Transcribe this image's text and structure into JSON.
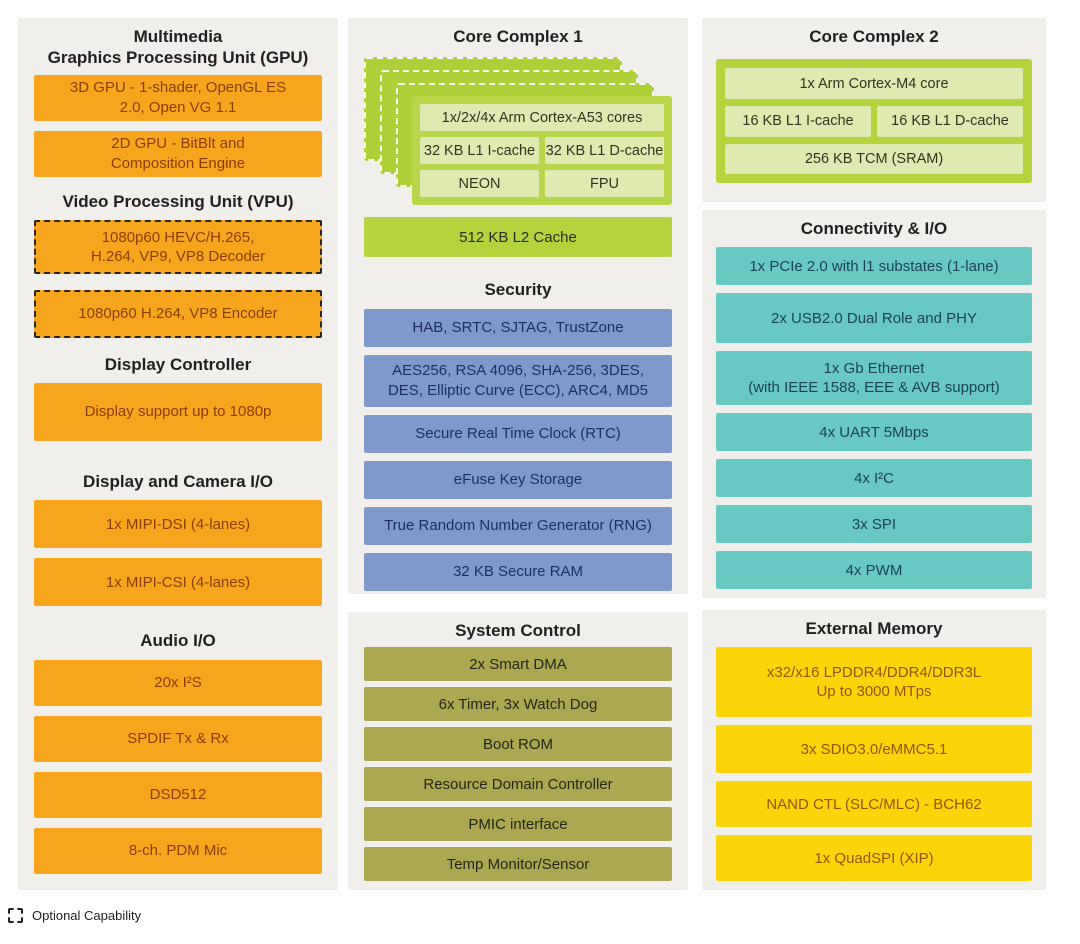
{
  "multimedia": {
    "title": "Multimedia",
    "subtitle": "Graphics Processing Unit (GPU)",
    "boxes": [
      {
        "lines": [
          "3D GPU - 1-shader, OpenGL ES",
          "2.0, Open VG 1.1"
        ]
      },
      {
        "lines": [
          "2D GPU - BitBlt and",
          "Composition Engine"
        ]
      }
    ]
  },
  "vpu": {
    "title": "Video Processing Unit (VPU)",
    "boxes": [
      {
        "lines": [
          "1080p60 HEVC/H.265,",
          "H.264, VP9, VP8 Decoder"
        ],
        "optional": true
      },
      {
        "lines": [
          "1080p60 H.264, VP8 Encoder"
        ],
        "optional": true
      }
    ]
  },
  "display_controller": {
    "title": "Display Controller",
    "boxes": [
      {
        "lines": [
          "Display support up to 1080p"
        ]
      }
    ]
  },
  "display_camera_io": {
    "title": "Display and Camera I/O",
    "boxes": [
      {
        "lines": [
          "1x MIPI-DSI (4-lanes)"
        ]
      },
      {
        "lines": [
          "1x MIPI-CSI (4-lanes)"
        ]
      }
    ]
  },
  "audio_io": {
    "title": "Audio I/O",
    "boxes": [
      {
        "lines": [
          "20x I²S"
        ]
      },
      {
        "lines": [
          "SPDIF Tx & Rx"
        ]
      },
      {
        "lines": [
          "DSD512"
        ]
      },
      {
        "lines": [
          "8-ch. PDM Mic"
        ]
      }
    ]
  },
  "core_complex_1": {
    "title": "Core Complex 1",
    "cores": "1x/2x/4x Arm Cortex-A53 cores",
    "icache": "32 KB L1 I-cache",
    "dcache": "32 KB L1 D-cache",
    "neon": "NEON",
    "fpu": "FPU",
    "l2_cache": "512 KB L2 Cache"
  },
  "security": {
    "title": "Security",
    "boxes": [
      {
        "lines": [
          "HAB, SRTC, SJTAG, TrustZone"
        ]
      },
      {
        "lines": [
          "AES256, RSA 4096, SHA-256, 3DES,",
          "DES, Elliptic Curve (ECC), ARC4, MD5"
        ]
      },
      {
        "lines": [
          "Secure Real Time Clock (RTC)"
        ]
      },
      {
        "lines": [
          "eFuse Key Storage"
        ]
      },
      {
        "lines": [
          "True Random Number Generator (RNG)"
        ]
      },
      {
        "lines": [
          "32 KB Secure RAM"
        ]
      }
    ]
  },
  "system_control": {
    "title": "System Control",
    "boxes": [
      {
        "lines": [
          "2x Smart DMA"
        ]
      },
      {
        "lines": [
          "6x Timer, 3x Watch Dog"
        ]
      },
      {
        "lines": [
          "Boot ROM"
        ]
      },
      {
        "lines": [
          "Resource Domain Controller"
        ]
      },
      {
        "lines": [
          "PMIC interface"
        ]
      },
      {
        "lines": [
          "Temp Monitor/Sensor"
        ]
      }
    ]
  },
  "core_complex_2": {
    "title": "Core Complex 2",
    "core": "1x Arm Cortex-M4 core",
    "icache": "16 KB L1 I-cache",
    "dcache": "16 KB L1 D-cache",
    "tcm": "256 KB TCM (SRAM)"
  },
  "connectivity": {
    "title": "Connectivity & I/O",
    "boxes": [
      {
        "lines": [
          "1x PCIe 2.0 with l1 substates (1-lane)"
        ]
      },
      {
        "lines": [
          "2x USB2.0 Dual Role and PHY"
        ]
      },
      {
        "lines": [
          "1x Gb Ethernet",
          "(with IEEE 1588, EEE & AVB support)"
        ]
      },
      {
        "lines": [
          "4x UART 5Mbps"
        ]
      },
      {
        "lines": [
          "4x I²C"
        ]
      },
      {
        "lines": [
          "3x SPI"
        ]
      },
      {
        "lines": [
          "4x PWM"
        ]
      }
    ]
  },
  "external_memory": {
    "title": "External Memory",
    "boxes": [
      {
        "lines": [
          "x32/x16 LPDDR4/DDR4/DDR3L",
          "Up to 3000 MTps"
        ]
      },
      {
        "lines": [
          "3x SDIO3.0/eMMC5.1"
        ]
      },
      {
        "lines": [
          "NAND CTL (SLC/MLC) - BCH62"
        ]
      },
      {
        "lines": [
          "1x QuadSPI (XIP)"
        ]
      }
    ]
  },
  "legend": {
    "optional_label": "Optional Capability"
  },
  "colors": {
    "panel_gray": "#F0EFEC",
    "orange": "#F8A51E",
    "orange_text": "#8A3E04",
    "yellow": "#FBD40A",
    "yellow_text": "#9A5405",
    "green": "#B4D33C",
    "green_light": "#DFEAB2",
    "blue": "#8099CD",
    "blue_text": "#1C2E5F",
    "olive": "#ABA851",
    "teal": "#68C8C2",
    "teal_text": "#1B4450",
    "header_text": "#231F20"
  }
}
